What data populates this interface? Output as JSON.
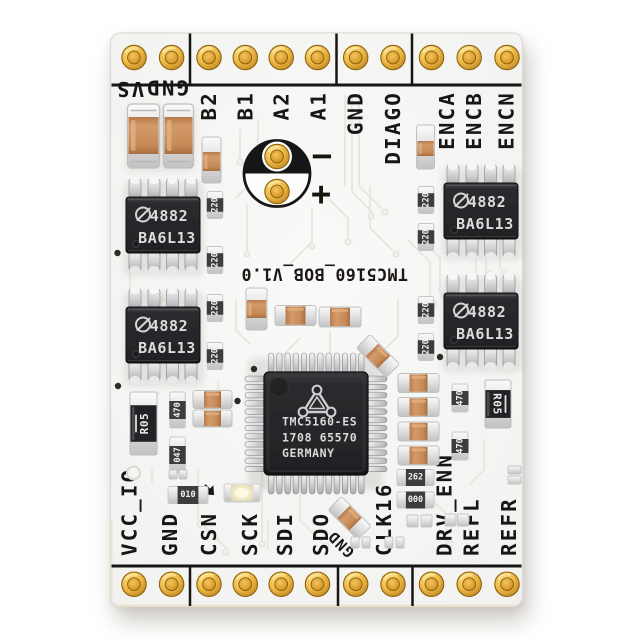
{
  "board": {
    "version_text": "TMC5160_BOB_V1.0",
    "top_pins": [
      "VS",
      "GND",
      "B2",
      "B1",
      "A2",
      "A1",
      "GND",
      "DIAGO",
      "ENCA",
      "ENCB",
      "ENCN"
    ],
    "bottom_pins": [
      "VCC_IO",
      "GND",
      "CSN",
      "SCK",
      "SDI",
      "SDO",
      "GND",
      "CLK16",
      "DRV_ENN",
      "REFL",
      "REFR"
    ],
    "mcu": {
      "logo": "trinamic-triangle-logo",
      "line1": "TMC5160-ES",
      "line2": "1708 65570",
      "line3": "GERMANY"
    },
    "driver_ic": {
      "logo": "alpha-omega-logo",
      "line1": "4882",
      "line2": "BA6L13",
      "count": 4
    },
    "polarity": {
      "plus": "+",
      "minus": "−"
    },
    "components": {
      "gate_resistor_value": "220",
      "resistor_470": "470",
      "resistor_047": "047",
      "sense_resistor": "R05",
      "resistor_262": "262",
      "resistor_000": "000",
      "resistor_010": "010"
    },
    "colors": {
      "background": "#ffffff",
      "pcb_white": "#f5f5f3",
      "silkscreen_black": "#171513",
      "pad_gold": "#d9a235",
      "capacitor_orange": "#c98f60",
      "chip_black": "#28282b"
    }
  }
}
